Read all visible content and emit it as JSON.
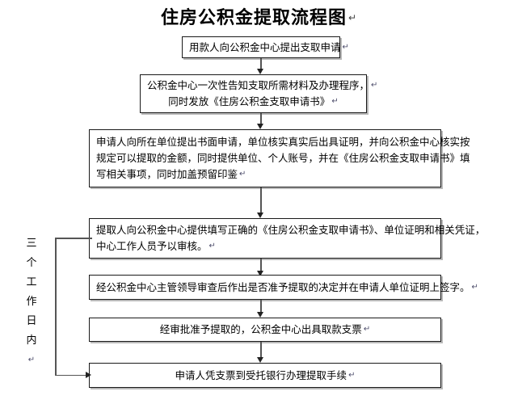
{
  "document": {
    "title": "住房公积金提取流程图",
    "title_mark": "↵"
  },
  "side_label": {
    "name": "three-working-days",
    "chars": [
      "三",
      "个",
      "工",
      "作",
      "日",
      "内"
    ],
    "mark": "↵"
  },
  "flow": {
    "mark": "↵",
    "nodes": [
      {
        "id": "node-1",
        "name": "apply-to-fund-center",
        "lines": [
          "用款人向公积金中心提出支取申请"
        ],
        "align": "center"
      },
      {
        "id": "node-2",
        "name": "center-one-time-notice",
        "lines": [
          "公积金中心一次性告知支取所需材料及办理程序，",
          "同时发放《住房公积金支取申请书》"
        ],
        "align": "center"
      },
      {
        "id": "node-3",
        "name": "written-application-to-employer",
        "lines": [
          "申请人向所在单位提出书面申请，单位核实真实后出具证明，并向公积金中心核实按",
          "规定可以提取的金额，同时提供单位、个人账号，并在《住房公积金支取申请书》填",
          "写相关事项，同时加盖预留印鉴"
        ],
        "align": "just"
      },
      {
        "id": "node-4",
        "name": "submit-materials-for-review",
        "lines": [
          "提取人向公积金中心提供填写正确的《住房公积金支取申请书》、单位证明和相关凭证，",
          "中心工作人员予以审核。"
        ],
        "align": "just"
      },
      {
        "id": "node-5",
        "name": "leader-approval-decision",
        "lines": [
          "经公积金中心主管领导审查后作出是否准予提取的决定并在申请人单位证明上签字。"
        ],
        "align": "just"
      },
      {
        "id": "node-6",
        "name": "issue-withdrawal-check",
        "lines": [
          "经审批准予提取的，公积金中心出具取款支票"
        ],
        "align": "center"
      },
      {
        "id": "node-7",
        "name": "collect-at-entrusted-bank",
        "lines": [
          "申请人凭支票到受托银行办理提取手续"
        ],
        "align": "center"
      }
    ]
  },
  "colors": {
    "border": "#1a1a1a",
    "shadow": "#b8b8b8",
    "connector": "#555555",
    "arrow": "#222222",
    "mark": "#4d4d6b",
    "background": "#ffffff"
  }
}
